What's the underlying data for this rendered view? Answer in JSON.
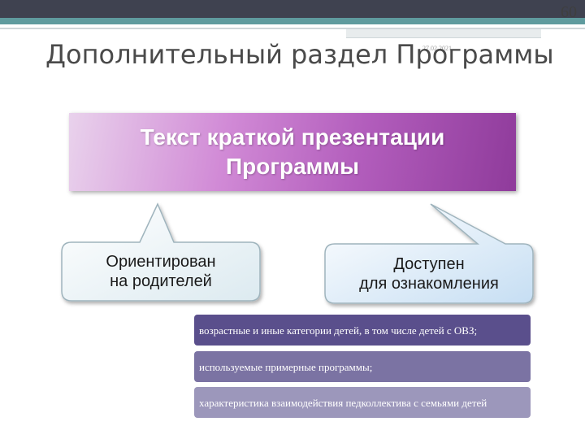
{
  "slide": {
    "number": "60",
    "date": "27.02.2021",
    "title": "Дополнительный раздел Программы"
  },
  "main_box": {
    "text": "Текст краткой презентации\nПрограммы"
  },
  "callouts": [
    {
      "text": "Ориентирован\nна родителей"
    },
    {
      "text": "Доступен\nдля ознакомления"
    }
  ],
  "list_items": [
    "возрастные и иные категории детей, в том числе детей с ОВЗ;",
    "используемые примерные программы;",
    "характеристика взаимодействия педколлектива с семьями детей"
  ],
  "colors": {
    "header_dark": "#3f4250",
    "header_teal": "#5f9b9e",
    "main_gradient_start": "#e9d2ec",
    "main_gradient_end": "#8f3b9b",
    "bar1": "#5a4f8c",
    "bar2": "#7b73a3",
    "bar3": "#9c97bb"
  }
}
